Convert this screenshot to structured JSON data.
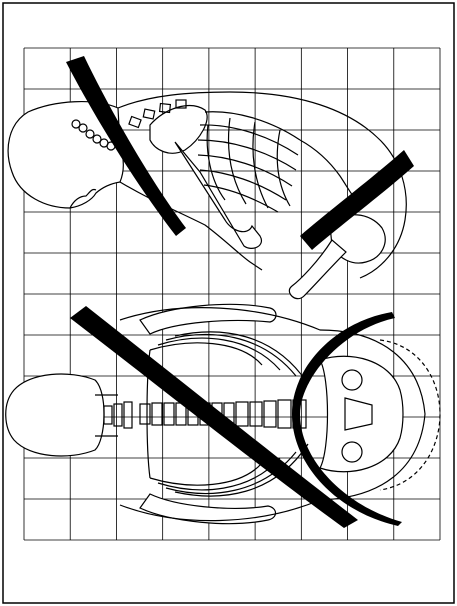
{
  "figure": {
    "grid_columns": 9,
    "grid_rows": 12,
    "background": "#ffffff",
    "line_color": "#000000",
    "belt_color": "#000000",
    "views": [
      {
        "view": "side",
        "posture": "leaning-forward",
        "belts": [
          "shoulder-belt",
          "lap-belt"
        ]
      },
      {
        "view": "front",
        "posture": "seated",
        "belts": [
          "diagonal-shoulder-belt",
          "lap-belt"
        ]
      }
    ]
  }
}
